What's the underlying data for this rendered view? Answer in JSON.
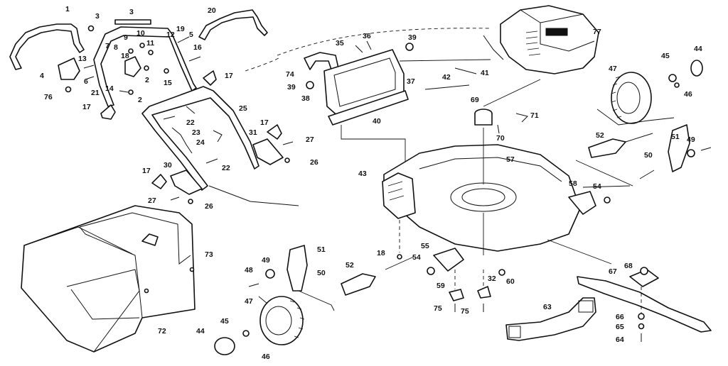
{
  "diagram": {
    "callouts": [
      {
        "id": "c1",
        "text": "1"
      },
      {
        "id": "c3a",
        "text": "3"
      },
      {
        "id": "c3b",
        "text": "3"
      },
      {
        "id": "c20",
        "text": "20"
      },
      {
        "id": "c19",
        "text": "19"
      },
      {
        "id": "c12",
        "text": "12"
      },
      {
        "id": "c5",
        "text": "5"
      },
      {
        "id": "c9",
        "text": "9"
      },
      {
        "id": "c10",
        "text": "10"
      },
      {
        "id": "c8",
        "text": "8"
      },
      {
        "id": "c7",
        "text": "7"
      },
      {
        "id": "c11",
        "text": "11"
      },
      {
        "id": "c16",
        "text": "16"
      },
      {
        "id": "c13",
        "text": "13"
      },
      {
        "id": "c18",
        "text": "18"
      },
      {
        "id": "c6",
        "text": "6"
      },
      {
        "id": "c4",
        "text": "4"
      },
      {
        "id": "c76",
        "text": "76"
      },
      {
        "id": "c21",
        "text": "21"
      },
      {
        "id": "c14",
        "text": "14"
      },
      {
        "id": "c2a",
        "text": "2"
      },
      {
        "id": "c2b",
        "text": "2"
      },
      {
        "id": "c15",
        "text": "15"
      },
      {
        "id": "c17a",
        "text": "17"
      },
      {
        "id": "c17b",
        "text": "17"
      },
      {
        "id": "c17c",
        "text": "17"
      },
      {
        "id": "c17d",
        "text": "17"
      },
      {
        "id": "c22a",
        "text": "22"
      },
      {
        "id": "c22b",
        "text": "22"
      },
      {
        "id": "c23",
        "text": "23"
      },
      {
        "id": "c24",
        "text": "24"
      },
      {
        "id": "c25",
        "text": "25"
      },
      {
        "id": "c31",
        "text": "31"
      },
      {
        "id": "c27a",
        "text": "27"
      },
      {
        "id": "c27b",
        "text": "27"
      },
      {
        "id": "c26a",
        "text": "26"
      },
      {
        "id": "c26b",
        "text": "26"
      },
      {
        "id": "c30",
        "text": "30"
      },
      {
        "id": "c35",
        "text": "35"
      },
      {
        "id": "c36",
        "text": "36"
      },
      {
        "id": "c39a",
        "text": "39"
      },
      {
        "id": "c39b",
        "text": "39"
      },
      {
        "id": "c41",
        "text": "41"
      },
      {
        "id": "c74",
        "text": "74"
      },
      {
        "id": "c37",
        "text": "37"
      },
      {
        "id": "c42",
        "text": "42"
      },
      {
        "id": "c38",
        "text": "38"
      },
      {
        "id": "c40",
        "text": "40"
      },
      {
        "id": "c77",
        "text": "77"
      },
      {
        "id": "c69",
        "text": "69"
      },
      {
        "id": "c71",
        "text": "71"
      },
      {
        "id": "c70",
        "text": "70"
      },
      {
        "id": "c44a",
        "text": "44"
      },
      {
        "id": "c45a",
        "text": "45"
      },
      {
        "id": "c46a",
        "text": "46"
      },
      {
        "id": "c47a",
        "text": "47"
      },
      {
        "id": "c52a",
        "text": "52"
      },
      {
        "id": "c51a",
        "text": "51"
      },
      {
        "id": "c49a",
        "text": "49"
      },
      {
        "id": "c50a",
        "text": "50"
      },
      {
        "id": "c43",
        "text": "43"
      },
      {
        "id": "c57",
        "text": "57"
      },
      {
        "id": "c58",
        "text": "58"
      },
      {
        "id": "c54a",
        "text": "54"
      },
      {
        "id": "c73",
        "text": "73"
      },
      {
        "id": "c72",
        "text": "72"
      },
      {
        "id": "c51b",
        "text": "51"
      },
      {
        "id": "c49b",
        "text": "49"
      },
      {
        "id": "c48",
        "text": "48"
      },
      {
        "id": "c50b",
        "text": "50"
      },
      {
        "id": "c52b",
        "text": "52"
      },
      {
        "id": "c55",
        "text": "55"
      },
      {
        "id": "c54b",
        "text": "54"
      },
      {
        "id": "c18b",
        "text": "18"
      },
      {
        "id": "c60",
        "text": "60"
      },
      {
        "id": "c59",
        "text": "59"
      },
      {
        "id": "c32",
        "text": "32"
      },
      {
        "id": "c75a",
        "text": "75"
      },
      {
        "id": "c75b",
        "text": "75"
      },
      {
        "id": "c47b",
        "text": "47"
      },
      {
        "id": "c45b",
        "text": "45"
      },
      {
        "id": "c44b",
        "text": "44"
      },
      {
        "id": "c46b",
        "text": "46"
      },
      {
        "id": "c63",
        "text": "63"
      },
      {
        "id": "c67",
        "text": "67"
      },
      {
        "id": "c68",
        "text": "68"
      },
      {
        "id": "c66",
        "text": "66"
      },
      {
        "id": "c65",
        "text": "65"
      },
      {
        "id": "c64",
        "text": "64"
      }
    ]
  }
}
